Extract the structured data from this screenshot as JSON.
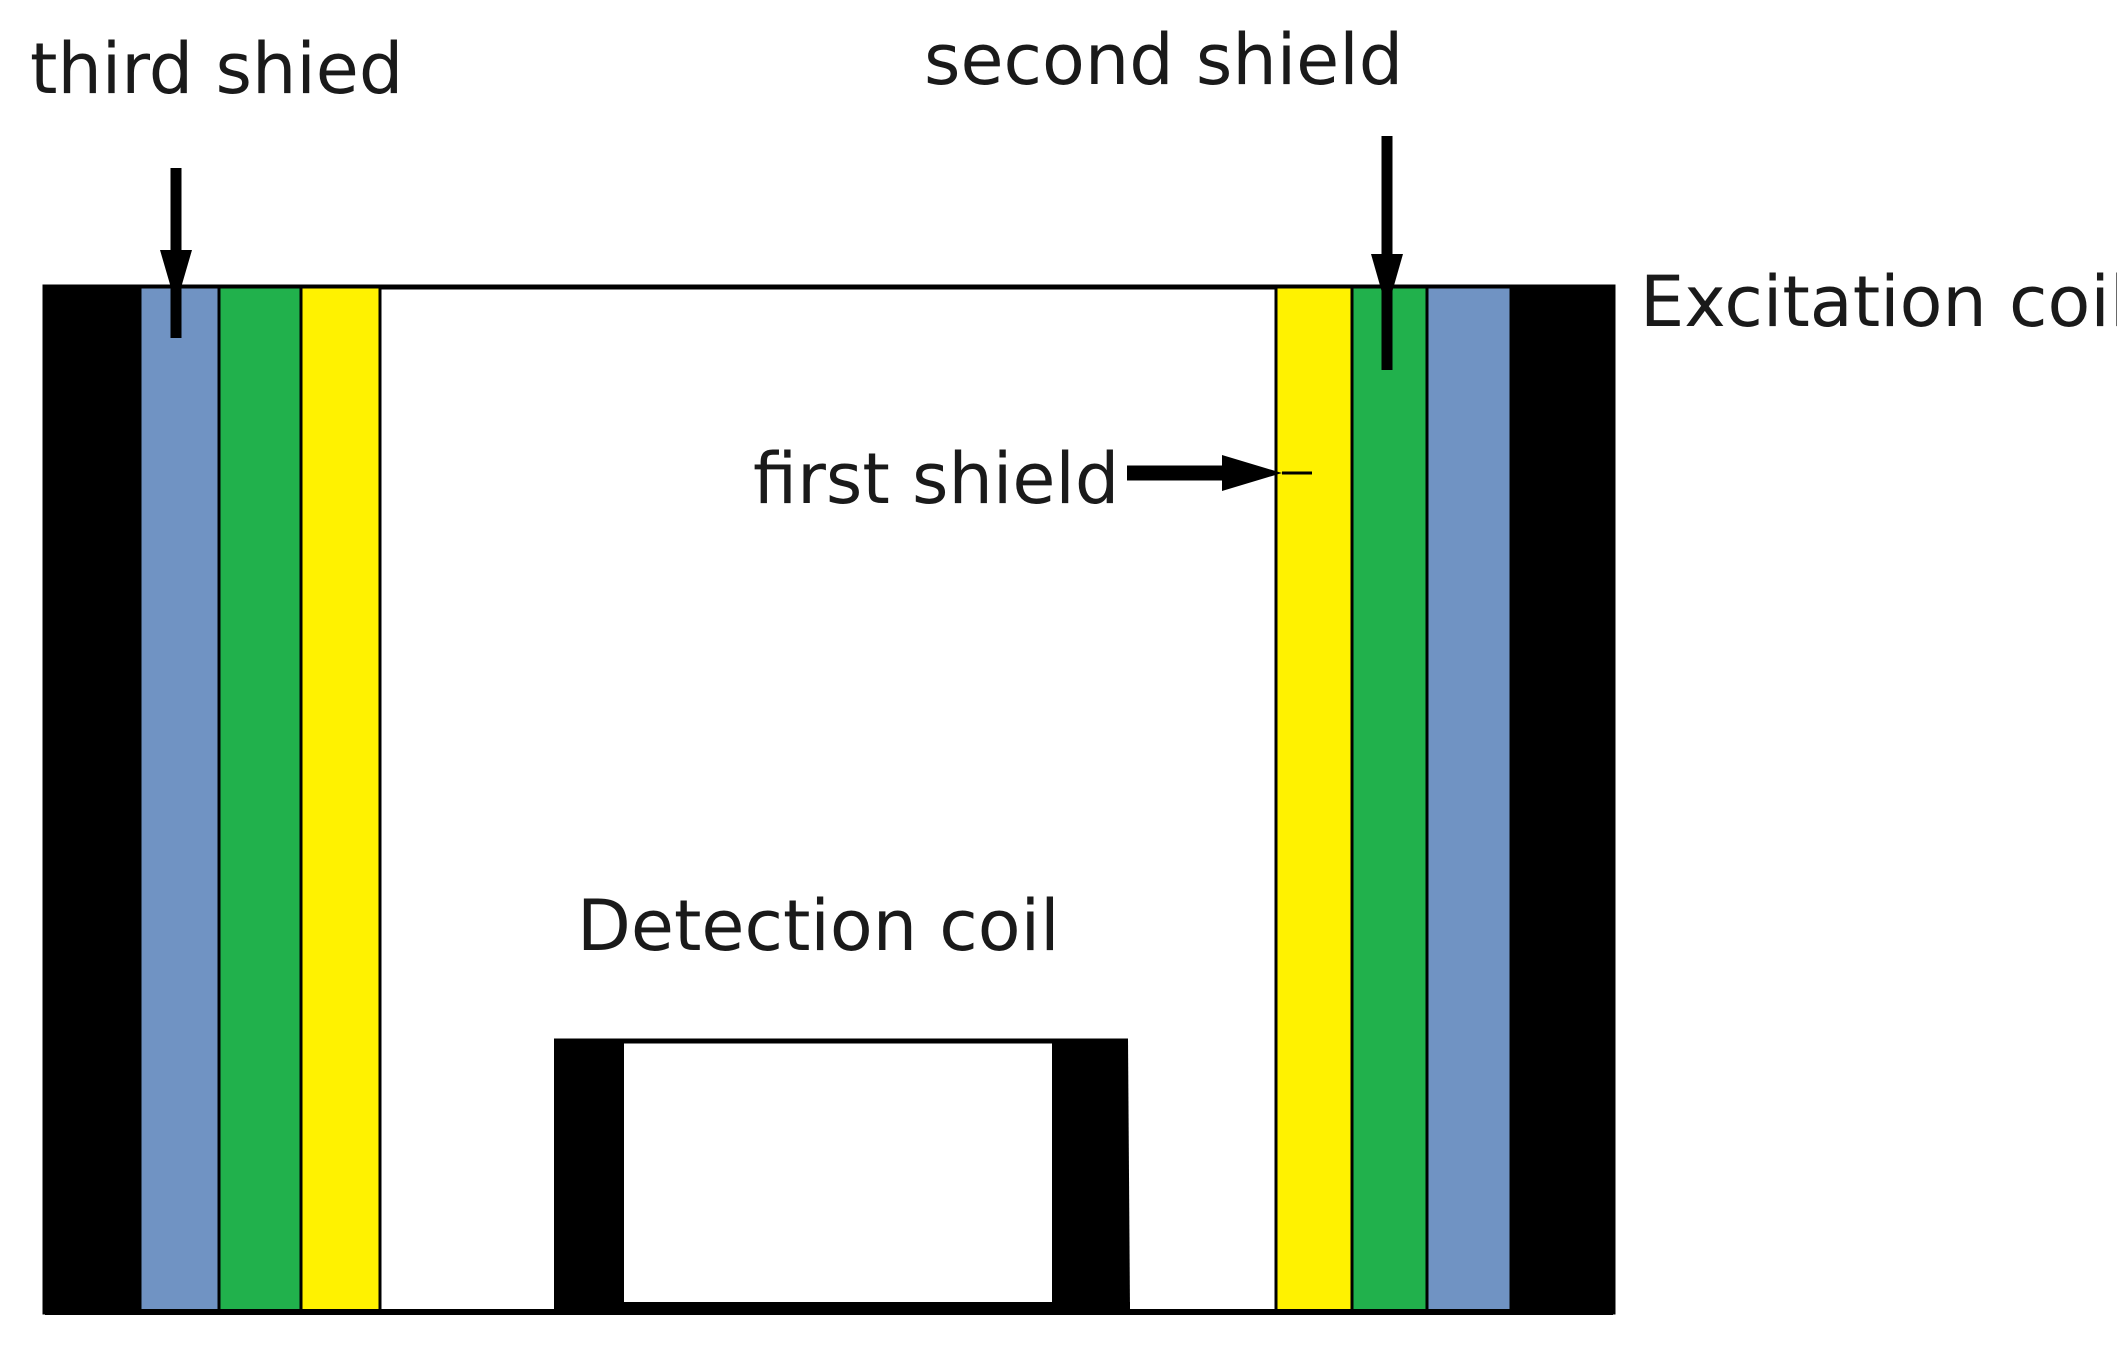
{
  "labels": {
    "third_shield": "third shied",
    "second_shield": "second shield",
    "excitation_coil": "Excitation coil",
    "first_shield": "first shield",
    "detection_coil": "Detection coil"
  },
  "colors": {
    "excitation_coil": "#000000",
    "third_shield": "#7093c3",
    "second_shield": "#21b14c",
    "first_shield": "#fff200",
    "outline": "#000000",
    "background": "#ffffff"
  }
}
